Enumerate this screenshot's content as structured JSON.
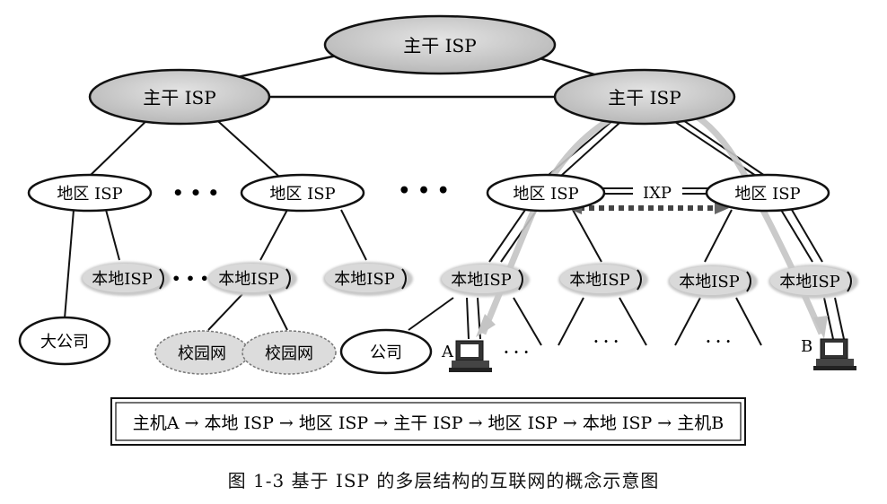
{
  "nodes": {
    "backbone": "主干 ISP",
    "regional": "地区 ISP",
    "local": "本地ISP",
    "big_company": "大公司",
    "campus": "校园网",
    "company": "公司",
    "ixp": "IXP"
  },
  "ellipsis": {
    "big": "• • •",
    "small": "• • •",
    "dots": "· · ·"
  },
  "hosts": {
    "a": "A",
    "b": "B"
  },
  "path": "主机A → 本地 ISP → 地区 ISP → 主干 ISP → 地区 ISP → 本地 ISP → 主机B",
  "caption": "图 1-3   基于 ISP 的多层结构的互联网的概念示意图"
}
